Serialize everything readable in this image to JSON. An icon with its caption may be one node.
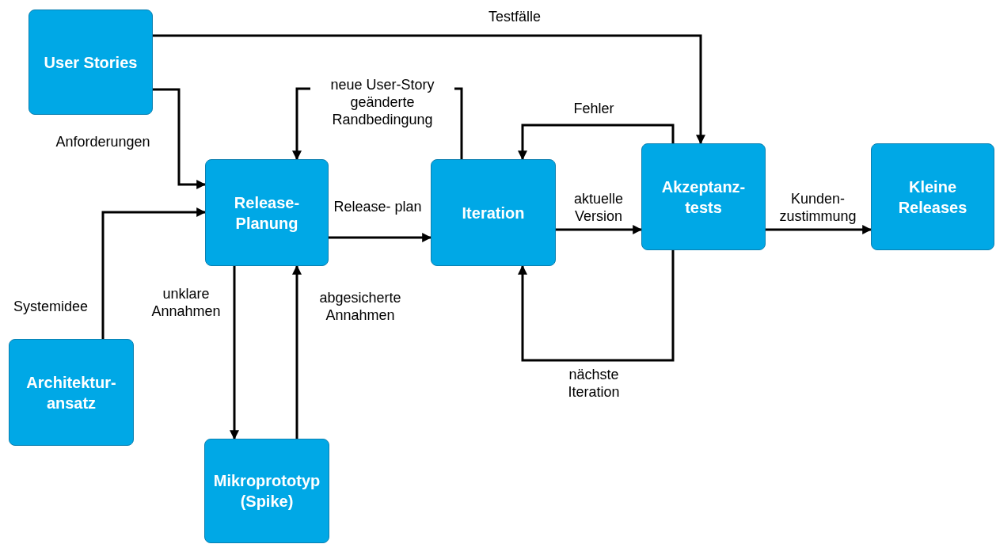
{
  "diagram": {
    "nodes": [
      {
        "text": [
          "User Stories"
        ]
      },
      {
        "text": [
          "Release- Planung"
        ]
      },
      {
        "text": [
          "Iteration"
        ]
      },
      {
        "text": [
          "Akzeptanz- tests"
        ]
      },
      {
        "text": [
          "Kleine Releases"
        ]
      },
      {
        "text": [
          "Architektur- ansatz"
        ]
      },
      {
        "text": [
          "Mikroprototyp (Spike)"
        ]
      }
    ],
    "edges": [
      {
        "from": 0,
        "to": 3,
        "arrow": "to",
        "label": "Testfälle"
      },
      {
        "from": 0,
        "to": 1,
        "arrow": "to",
        "label": "Anforderungen"
      },
      {
        "from": 5,
        "to": 1,
        "arrow": "to",
        "label": "Systemidee"
      },
      {
        "from": 2,
        "to": 1,
        "arrow": "to",
        "label": "neue User-Story geänderte Randbedingung"
      },
      {
        "from": 1,
        "to": 2,
        "arrow": "to",
        "label": "Release- plan"
      },
      {
        "from": 1,
        "to": 6,
        "arrow": "to",
        "label": "unklare Annahmen"
      },
      {
        "from": 6,
        "to": 1,
        "arrow": "to",
        "label": "abgesicherte Annahmen"
      },
      {
        "from": 2,
        "to": 3,
        "arrow": "to",
        "label": "aktuelle Version"
      },
      {
        "from": 3,
        "to": 2,
        "arrow": "to",
        "label": "Fehler"
      },
      {
        "from": 3,
        "to": 2,
        "arrow": "to",
        "label": "nächste Iteration"
      },
      {
        "from": 3,
        "to": 4,
        "arrow": "to",
        "label": "Kunden- zustimmung"
      }
    ]
  }
}
